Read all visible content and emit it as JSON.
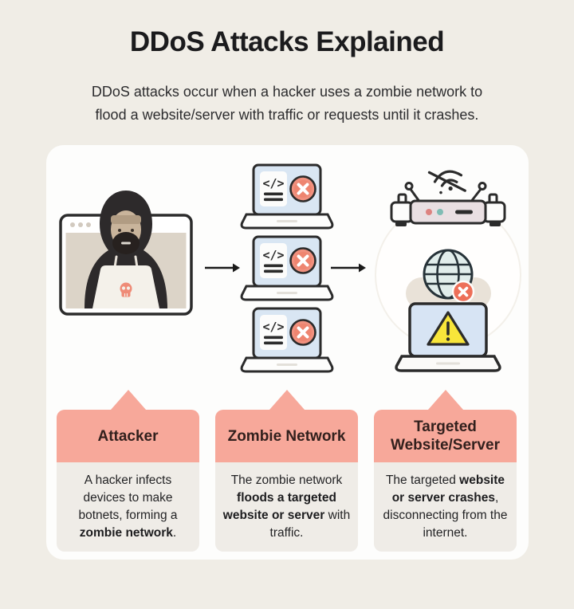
{
  "header": {
    "title": "DDoS Attacks Explained",
    "subtitle_line1": "DDoS attacks occur when a hacker uses a zombie network to",
    "subtitle_line2": "flood a website/server with traffic or requests until it crashes."
  },
  "illustration": {
    "code_glyph": "</>",
    "icons": {
      "attacker": "hacker-browser-icon",
      "infected_device": "infected-laptop-icon",
      "flow": "arrow-right-icon",
      "router": "router-offline-icon",
      "internet": "globe-error-icon",
      "crashed_device": "warning-laptop-icon"
    }
  },
  "cards": [
    {
      "title": "Attacker",
      "text_before": "A hacker infects devices to make botnets, forming a ",
      "text_bold": "zombie network",
      "text_after": "."
    },
    {
      "title": "Zombie Network",
      "text_before": "The zombie network ",
      "text_bold": "floods a targeted website or server",
      "text_after": " with traffic."
    },
    {
      "title": "Targeted Website/Server",
      "text_before": "The targeted ",
      "text_bold": "website or server crashes",
      "text_after": ", disconnecting from the internet."
    }
  ],
  "colors": {
    "background": "#f0ede6",
    "panel": "#fdfdfc",
    "accent_salmon": "#f7a89a",
    "badge_salmon": "#ee8570",
    "card_body": "#efece7",
    "screen_blue": "#d9e6f3",
    "alert_yellow": "#f8e53a",
    "teal_dot": "#7fbcb4",
    "red_dot": "#dd8380",
    "ink": "#2b2b2b"
  }
}
